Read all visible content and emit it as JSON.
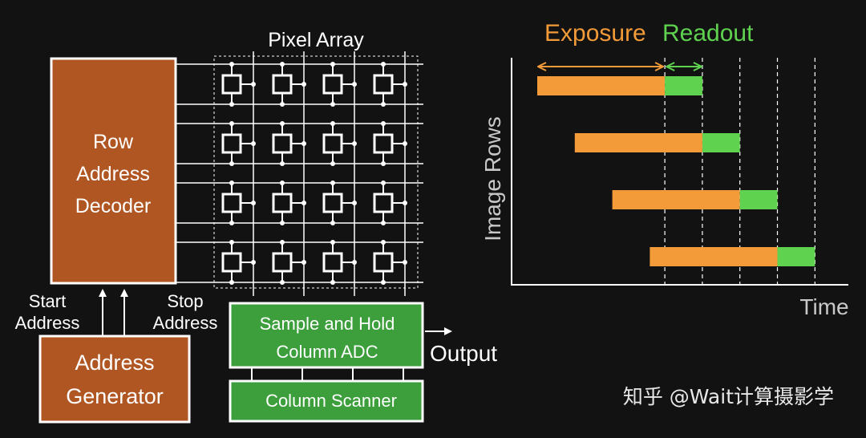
{
  "colors": {
    "background": "#121212",
    "block_brown": "#b05622",
    "block_green": "#3c9f3c",
    "exposure": "#f29b38",
    "readout": "#5fd250",
    "line": "#ffffff",
    "text": "#ffffff"
  },
  "sensor": {
    "row_decoder_lines": [
      "Row",
      "Address",
      "Decoder"
    ],
    "pixel_array_title": "Pixel Array",
    "start_address_lines": [
      "Start",
      "Address"
    ],
    "stop_address_lines": [
      "Stop",
      "Address"
    ],
    "address_generator_lines": [
      "Address",
      "Generator"
    ],
    "sample_hold_lines": [
      "Sample and Hold",
      "Column ADC"
    ],
    "column_scanner": "Column Scanner",
    "output_label": "Output",
    "pixel_rows": 4,
    "pixel_cols": 4
  },
  "timing": {
    "legend_exposure": "Exposure",
    "legend_readout": "Readout",
    "y_label": "Image Rows",
    "x_label": "Time",
    "rows": [
      {
        "exposure_start": 0,
        "readout_start": 3.4,
        "end": 4.4
      },
      {
        "exposure_start": 1,
        "readout_start": 4.4,
        "end": 5.4
      },
      {
        "exposure_start": 2,
        "readout_start": 5.4,
        "end": 6.4
      },
      {
        "exposure_start": 3,
        "readout_start": 6.4,
        "end": 7.4
      }
    ],
    "dashed_times": [
      3.4,
      4.4,
      5.4,
      6.4,
      7.4
    ]
  },
  "watermark": "知乎 @Wait计算摄影学"
}
